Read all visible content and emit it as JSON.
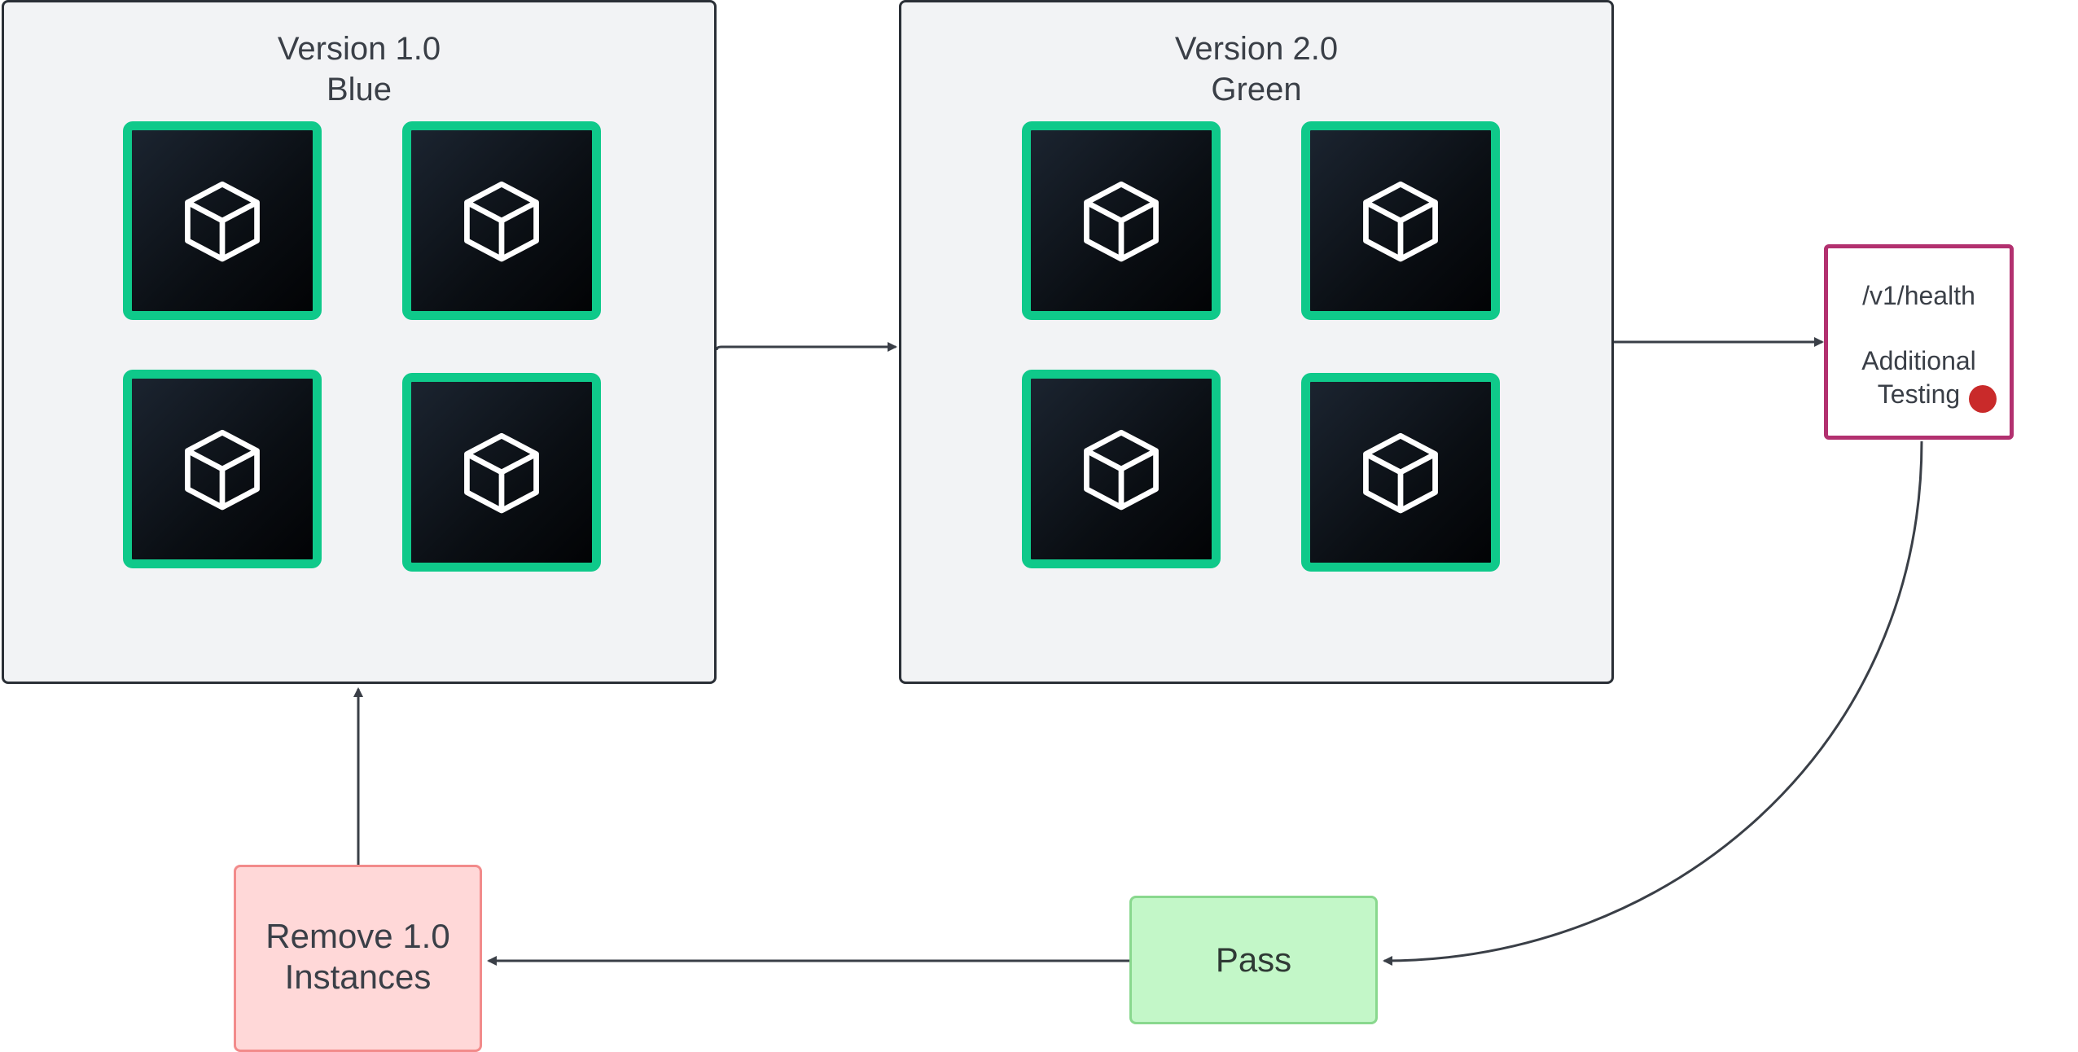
{
  "colors": {
    "group_fill": "#f2f3f5",
    "group_border": "#2a2f36",
    "instance_border": "#0fc98a",
    "instance_fill": "#0a0e13",
    "health_border": "#b2306f",
    "status_dot": "#c92a2a",
    "pass_fill": "#c3f7c8",
    "pass_border": "#89d88e",
    "remove_fill": "#ffd8d8",
    "remove_border": "#f28b8b",
    "arrow": "#3a3f47"
  },
  "blue_group": {
    "title_line1": "Version 1.0",
    "title_line2": "Blue",
    "instances": [
      "cube-icon",
      "cube-icon",
      "cube-icon",
      "cube-icon"
    ]
  },
  "green_group": {
    "title_line1": "Version 2.0",
    "title_line2": "Green",
    "instances": [
      "cube-icon",
      "cube-icon",
      "cube-icon",
      "cube-icon"
    ]
  },
  "health_check": {
    "line1": "/v1/health",
    "line2": "Additional",
    "line3": "Testing"
  },
  "pass_node": {
    "label": "Pass"
  },
  "remove_node": {
    "line1": "Remove 1.0",
    "line2": "Instances"
  }
}
